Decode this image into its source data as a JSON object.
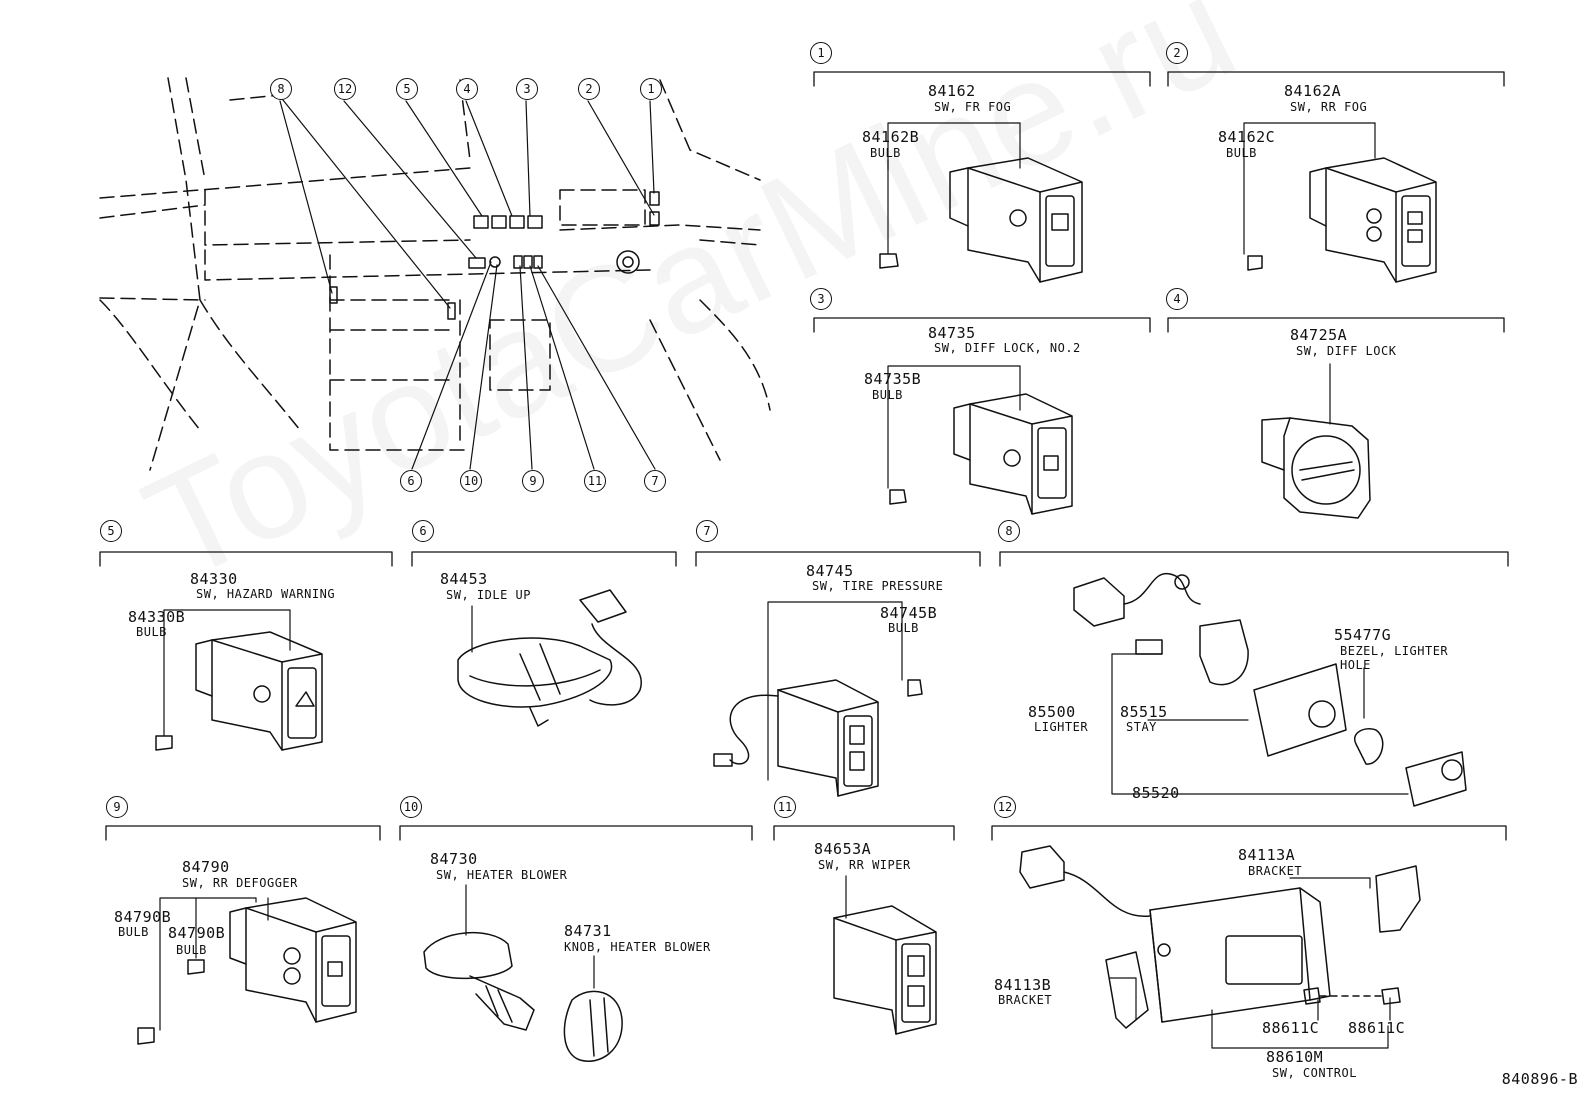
{
  "watermark": "ToyotaCarMine.ru",
  "diagram_code": "840896-B",
  "overview_callouts": [
    "8",
    "12",
    "5",
    "4",
    "3",
    "2",
    "1",
    "6",
    "10",
    "9",
    "11",
    "7"
  ],
  "sections": [
    {
      "num": "1",
      "parts": [
        {
          "no": "84162",
          "name": "SW, FR FOG"
        },
        {
          "no": "84162B",
          "name": "BULB"
        }
      ]
    },
    {
      "num": "2",
      "parts": [
        {
          "no": "84162A",
          "name": "SW, RR FOG"
        },
        {
          "no": "84162C",
          "name": "BULB"
        }
      ]
    },
    {
      "num": "3",
      "parts": [
        {
          "no": "84735",
          "name": "SW, DIFF LOCK, NO.2"
        },
        {
          "no": "84735B",
          "name": "BULB"
        }
      ]
    },
    {
      "num": "4",
      "parts": [
        {
          "no": "84725A",
          "name": "SW, DIFF LOCK"
        }
      ]
    },
    {
      "num": "5",
      "parts": [
        {
          "no": "84330",
          "name": "SW, HAZARD WARNING"
        },
        {
          "no": "84330B",
          "name": "BULB"
        }
      ]
    },
    {
      "num": "6",
      "parts": [
        {
          "no": "84453",
          "name": "SW, IDLE UP"
        }
      ]
    },
    {
      "num": "7",
      "parts": [
        {
          "no": "84745",
          "name": "SW, TIRE PRESSURE"
        },
        {
          "no": "84745B",
          "name": "BULB"
        }
      ]
    },
    {
      "num": "8",
      "parts": [
        {
          "no": "55477G",
          "name": "BEZEL, LIGHTER",
          "name2": "HOLE"
        },
        {
          "no": "85500",
          "name": "LIGHTER"
        },
        {
          "no": "85515",
          "name": "STAY"
        },
        {
          "no": "85520",
          "name": ""
        }
      ]
    },
    {
      "num": "9",
      "parts": [
        {
          "no": "84790",
          "name": "SW, RR DEFOGGER"
        },
        {
          "no": "84790B",
          "name": "BULB"
        },
        {
          "no": "84790B",
          "name": "BULB"
        }
      ]
    },
    {
      "num": "10",
      "parts": [
        {
          "no": "84730",
          "name": "SW, HEATER BLOWER"
        },
        {
          "no": "84731",
          "name": "KNOB, HEATER BLOWER"
        }
      ]
    },
    {
      "num": "11",
      "parts": [
        {
          "no": "84653A",
          "name": "SW, RR WIPER"
        }
      ]
    },
    {
      "num": "12",
      "parts": [
        {
          "no": "84113A",
          "name": "BRACKET"
        },
        {
          "no": "84113B",
          "name": "BRACKET"
        },
        {
          "no": "88611C",
          "name": ""
        },
        {
          "no": "88611C",
          "name": ""
        },
        {
          "no": "88610M",
          "name": "SW, CONTROL"
        }
      ]
    }
  ]
}
